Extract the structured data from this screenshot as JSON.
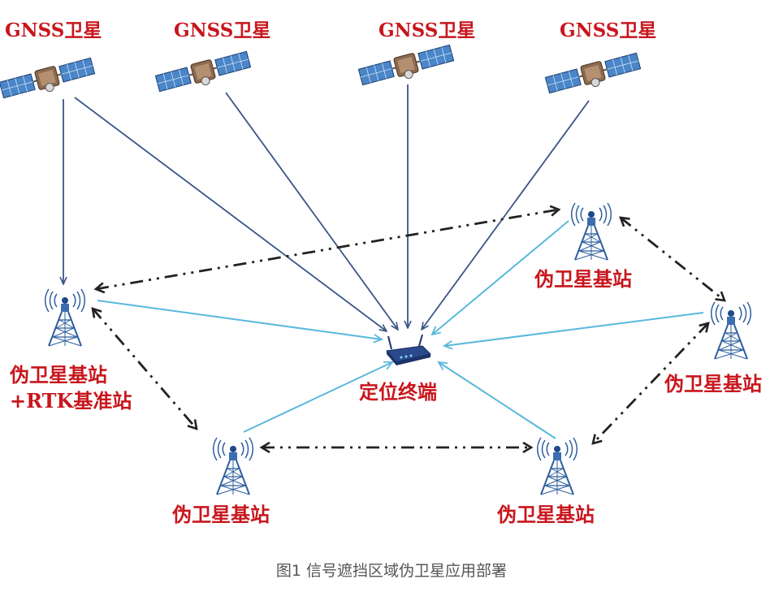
{
  "satellites": [
    {
      "label": "GNSS卫星"
    },
    {
      "label": "GNSS卫星"
    },
    {
      "label": "GNSS卫星"
    },
    {
      "label": "GNSS卫星"
    }
  ],
  "stations": {
    "main": {
      "label_line1": "伪卫星基站",
      "label_line2": "+RTK基准站"
    },
    "top_right": {
      "label": "伪卫星基站"
    },
    "right": {
      "label": "伪卫星基站"
    },
    "bottom_left": {
      "label": "伪卫星基站"
    },
    "bottom_right": {
      "label": "伪卫星基站"
    }
  },
  "terminal": {
    "label": "定位终端"
  },
  "caption": "图1  信号遮挡区域伪卫星应用部署",
  "colors": {
    "label_red": "#c8161d",
    "gnss_signal": "#3a5585",
    "pseudolite_signal": "#5ab8dc",
    "sync_link": "#222222",
    "tower": "#2e5e9e",
    "terminal_body": "#2a4a8c"
  }
}
